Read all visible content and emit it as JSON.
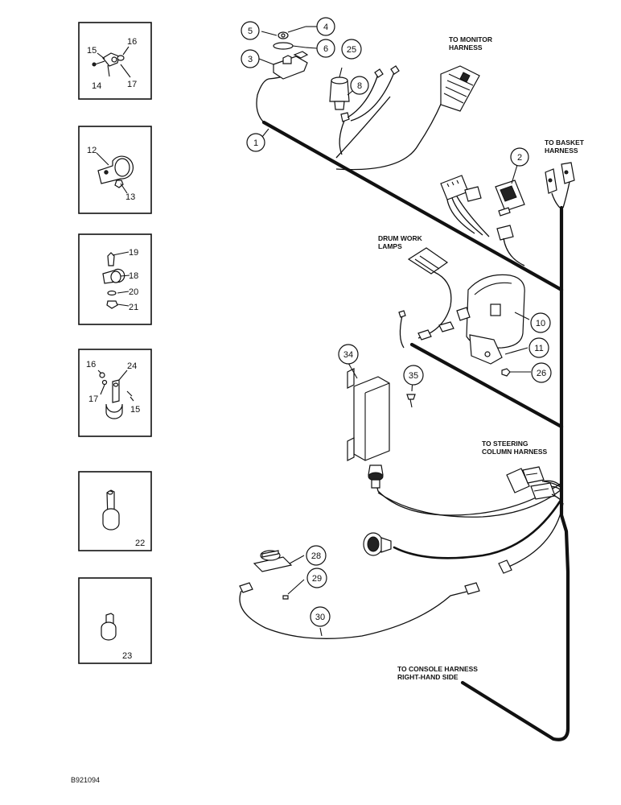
{
  "figure_id": "B921094",
  "captions": {
    "monitor_harness": [
      "TO MONITOR",
      "HARNESS"
    ],
    "basket_harness": [
      "TO BASKET",
      "HARNESS"
    ],
    "drum_work_lamps": [
      "DRUM WORK",
      "LAMPS"
    ],
    "steering_column_harness": [
      "TO STEERING",
      "COLUMN HARNESS"
    ],
    "console_harness": [
      "TO CONSOLE HARNESS",
      "RIGHT-HAND SIDE"
    ]
  },
  "circled_callouts": [
    "1",
    "2",
    "3",
    "4",
    "5",
    "6",
    "8",
    "10",
    "11",
    "25",
    "26",
    "28",
    "29",
    "30",
    "34",
    "35"
  ],
  "inset_boxes": [
    {
      "labels": [
        "15",
        "16",
        "14",
        "17"
      ]
    },
    {
      "labels": [
        "12",
        "13"
      ]
    },
    {
      "labels": [
        "19",
        "18",
        "20",
        "21"
      ]
    },
    {
      "labels": [
        "16",
        "24",
        "17",
        "15"
      ]
    },
    {
      "labels": [
        "22"
      ]
    },
    {
      "labels": [
        "23"
      ]
    }
  ]
}
